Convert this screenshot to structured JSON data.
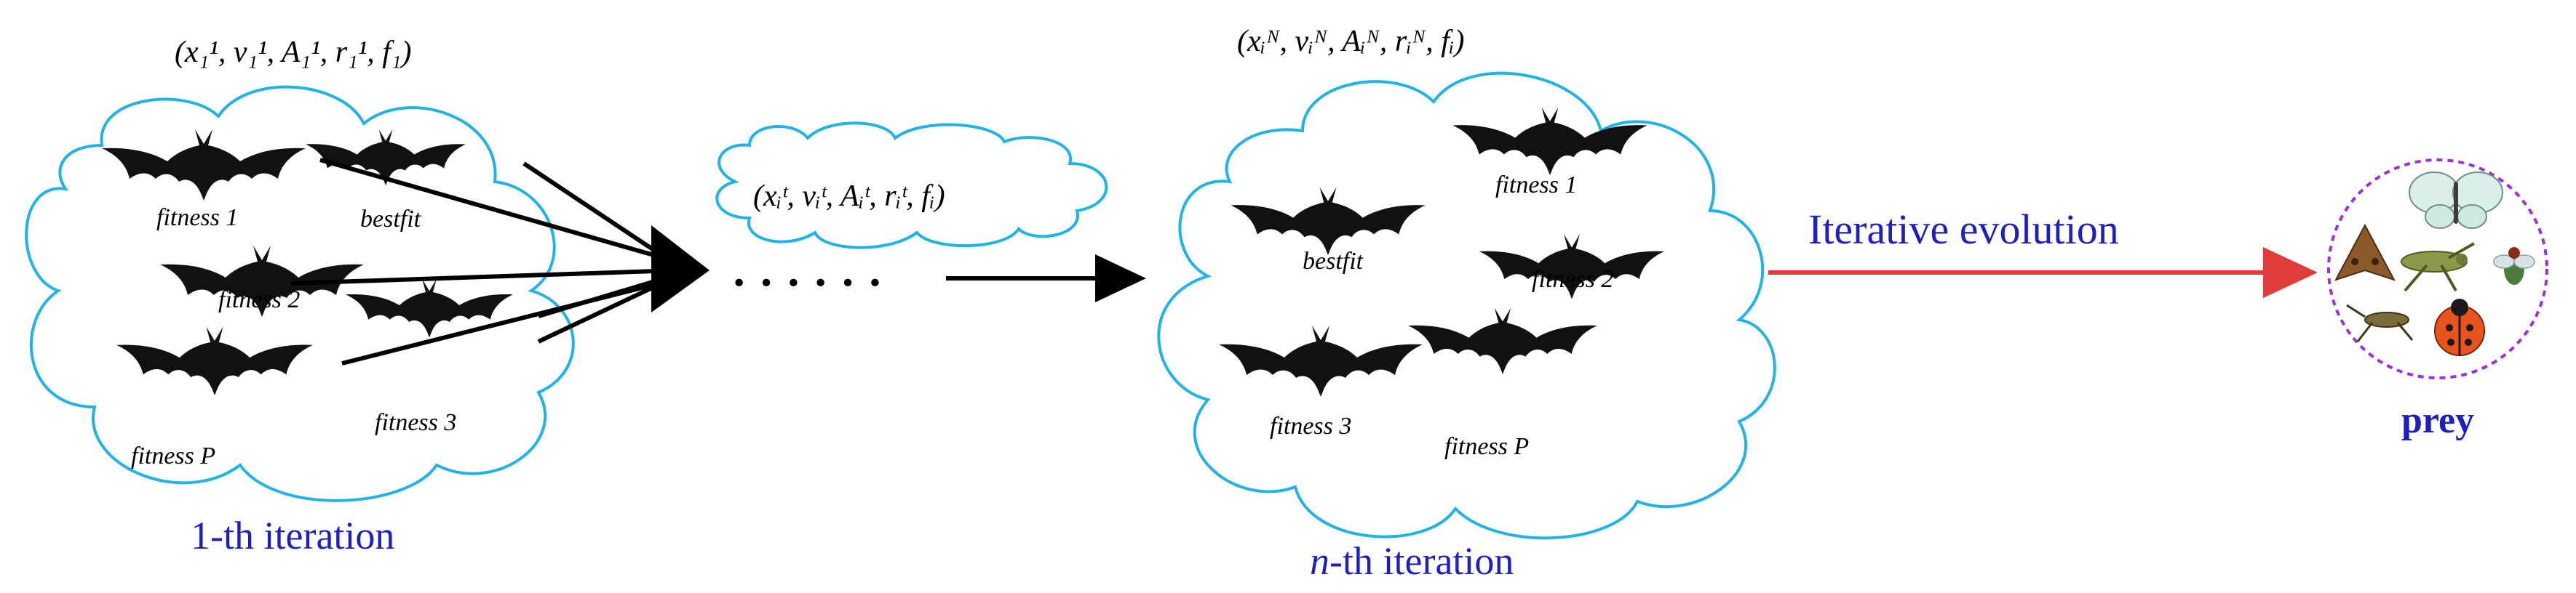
{
  "colors": {
    "cloud_stroke": "#22b3e6",
    "label_blue": "#1f1fbf",
    "evolution_arrow": "#e03c3c",
    "prey_circle": "#9b30d9"
  },
  "first_cloud": {
    "tuple": "(x₁¹,  v₁¹,  A₁¹,  r₁¹,  f₁)",
    "caption": "1-th iteration",
    "labels": {
      "fitness1": "fitness 1",
      "bestfit": "bestfit",
      "fitness2": "fitness 2",
      "fitness3": "fitness 3",
      "fitnessP": "fitness P"
    }
  },
  "middle_cloud": {
    "tuple": "(xᵢᵗ,  vᵢᵗ,  Aᵢᵗ,  rᵢᵗ,  fᵢ)"
  },
  "ellipsis": "· · · · · ·",
  "nth_cloud": {
    "tuple": "(xᵢᴺ, vᵢᴺ, Aᵢᴺ, rᵢᴺ, fᵢ)",
    "caption_n": "n",
    "caption_rest": "-th iteration",
    "labels": {
      "fitness1": "fitness 1",
      "bestfit": "bestfit",
      "fitness2": "fitness 2",
      "fitness3": "fitness 3",
      "fitnessP": "fitness P"
    }
  },
  "evolution_label": "Iterative evolution",
  "prey_label": "prey",
  "icons": [
    "bat-icon",
    "butterfly-icon",
    "moth-icon",
    "grasshopper-icon",
    "fly-icon",
    "cricket-icon",
    "ladybug-icon"
  ]
}
